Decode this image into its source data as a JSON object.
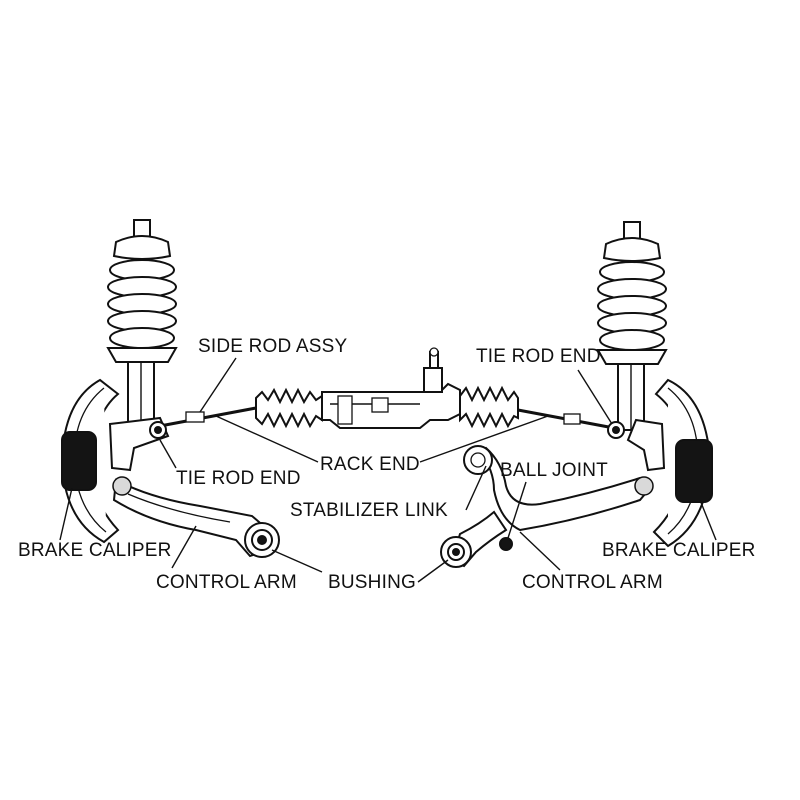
{
  "labels": {
    "side_rod_assy": "SIDE ROD ASSY",
    "tie_rod_end_left": "TIE ROD END",
    "tie_rod_end_right": "TIE ROD END",
    "rack_end": "RACK END",
    "ball_joint": "BALL JOINT",
    "stabilizer_link": "STABILIZER LINK",
    "brake_caliper_left": "BRAKE CALIPER",
    "brake_caliper_right": "BRAKE CALIPER",
    "control_arm_left": "CONTROL ARM",
    "control_arm_right": "CONTROL ARM",
    "bushing": "BUSHING"
  },
  "colors": {
    "line": "#111111",
    "fill": "#ffffff",
    "dark_part": "#141414"
  }
}
